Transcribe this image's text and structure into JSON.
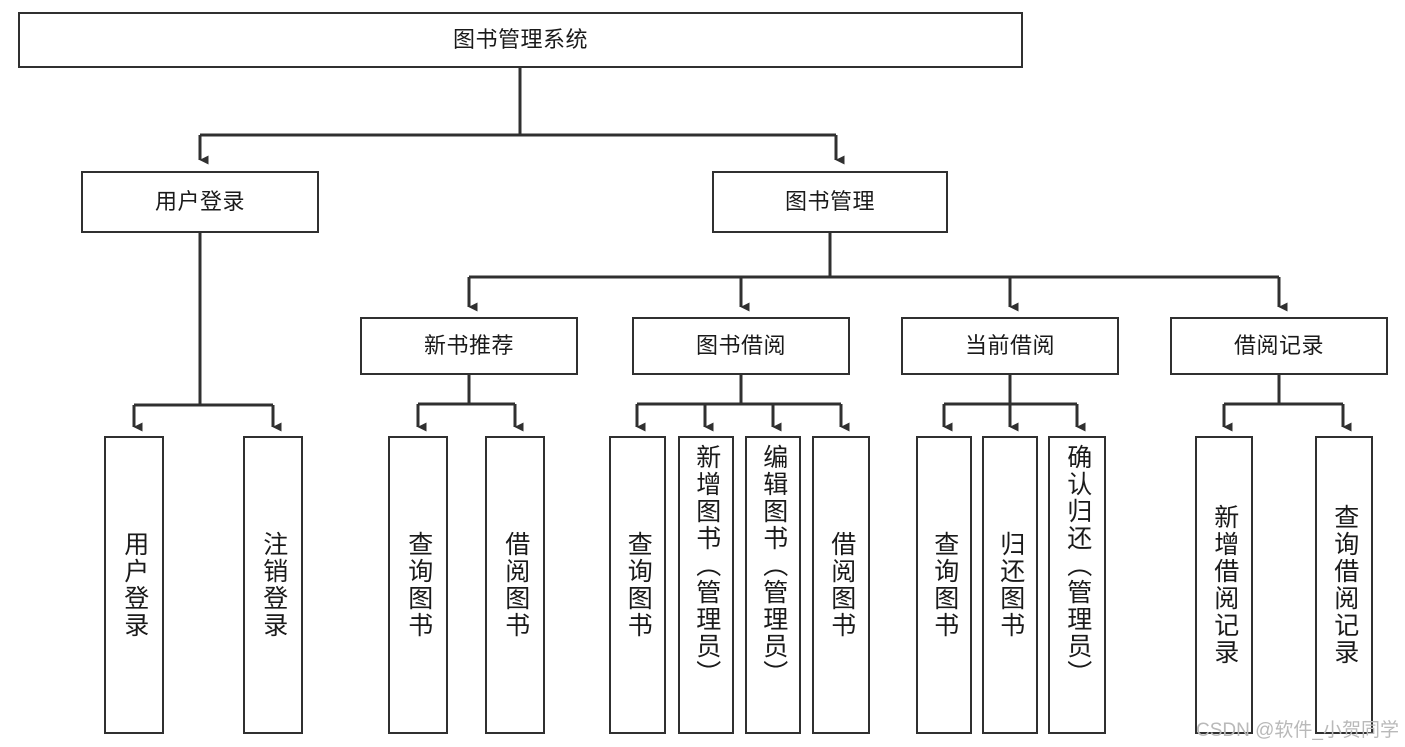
{
  "diagram": {
    "title": "图书管理系统",
    "type": "tree-hierarchy",
    "stroke_color": "#303030",
    "background_color": "#ffffff",
    "text_color": "#1a1a1a",
    "nodes": {
      "root": {
        "label": "图书管理系统"
      },
      "level1": [
        {
          "label": "用户登录"
        },
        {
          "label": "图书管理"
        }
      ],
      "level2": [
        {
          "label": "新书推荐"
        },
        {
          "label": "图书借阅"
        },
        {
          "label": "当前借阅"
        },
        {
          "label": "借阅记录"
        }
      ],
      "leaves": {
        "user_login": [
          {
            "label": "用户登录"
          },
          {
            "label": "注销登录"
          }
        ],
        "new_book_recommend": [
          {
            "label": "查询图书"
          },
          {
            "label": "借阅图书"
          }
        ],
        "book_borrow": [
          {
            "label": "查询图书"
          },
          {
            "label": "新增图书（管理员）"
          },
          {
            "label": "编辑图书（管理员）"
          },
          {
            "label": "借阅图书"
          }
        ],
        "current_borrow": [
          {
            "label": "查询图书"
          },
          {
            "label": "归还图书"
          },
          {
            "label": "确认归还（管理员）"
          }
        ],
        "borrow_record": [
          {
            "label": "新增借阅记录"
          },
          {
            "label": "查询借阅记录"
          }
        ]
      }
    }
  },
  "watermark": {
    "text": "CSDN @软件_小贺同学"
  }
}
